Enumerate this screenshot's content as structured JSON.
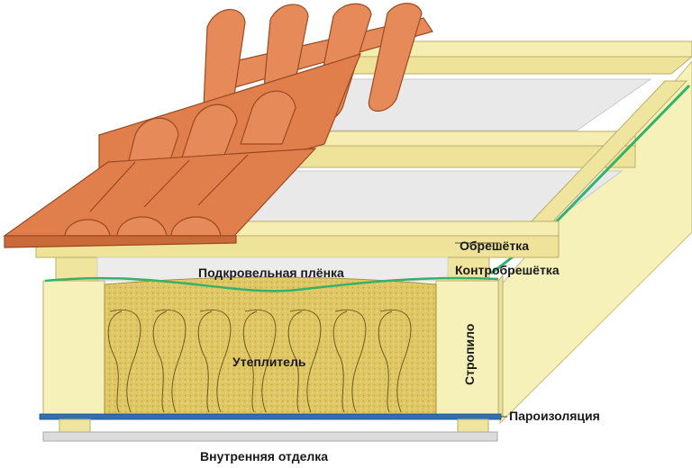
{
  "labels": {
    "obreshetka": "Обрешётка",
    "kontrobreshetka": "Контробрешётка",
    "podkrovelnaya_plenka": "Подкровельная плёнка",
    "uteplitel": "Утеплитель",
    "stropilo": "Стропило",
    "paroizolyatsiya": "Пароизоляция",
    "vnutrennyaya_otdelka": "Внутренняя отделка"
  },
  "colors": {
    "timber": "#f6eeb0",
    "timber_stroke": "#b9ad6a",
    "tile": "#e07f4c",
    "tile_stroke": "#9a4a22",
    "insulation": "#e0c766",
    "membrane": "#35b26a",
    "vapor_barrier": "#2f6fb2",
    "finish": "#dcdcdc"
  }
}
